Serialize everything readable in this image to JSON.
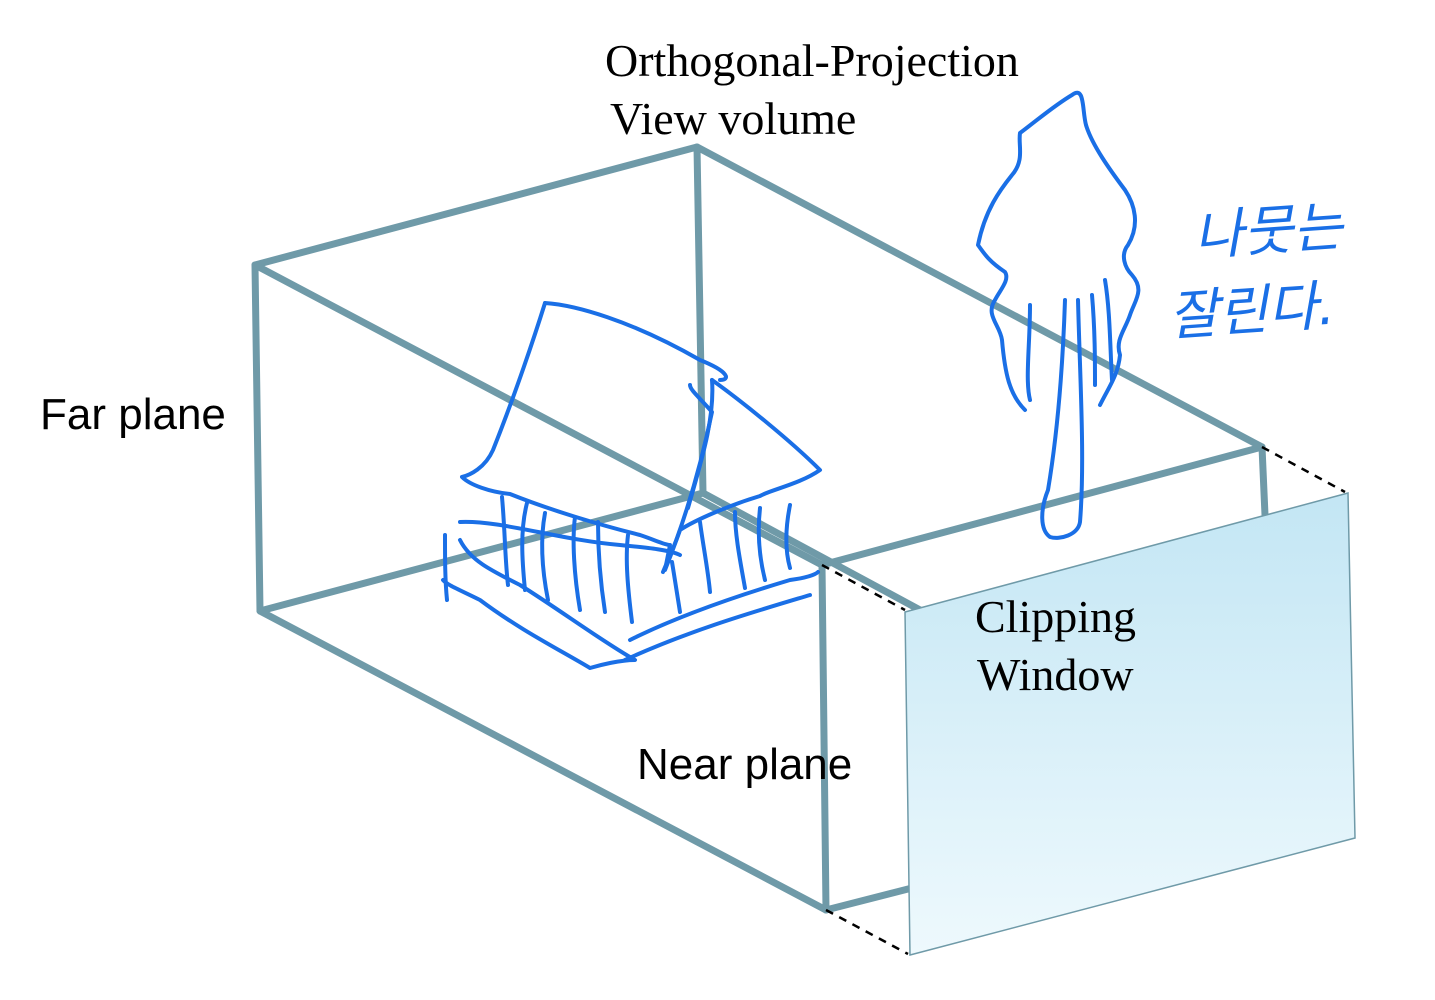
{
  "title": {
    "line1": "Orthogonal-Projection",
    "line2": "View volume"
  },
  "labels": {
    "far_plane": "Far plane",
    "near_plane": "Near plane",
    "clipping_window_line1": "Clipping",
    "clipping_window_line2": "Window"
  },
  "handwriting": {
    "line1": "나뭇는",
    "line2": "잘린다."
  },
  "colors": {
    "box_edge": "#6f9aa8",
    "sketch_ink": "#1a6fe6",
    "window_fill_top": "#c3e6f4",
    "window_fill_bottom": "#eef9fd",
    "window_border": "#6f9aa8",
    "dashed_line": "#000000"
  }
}
